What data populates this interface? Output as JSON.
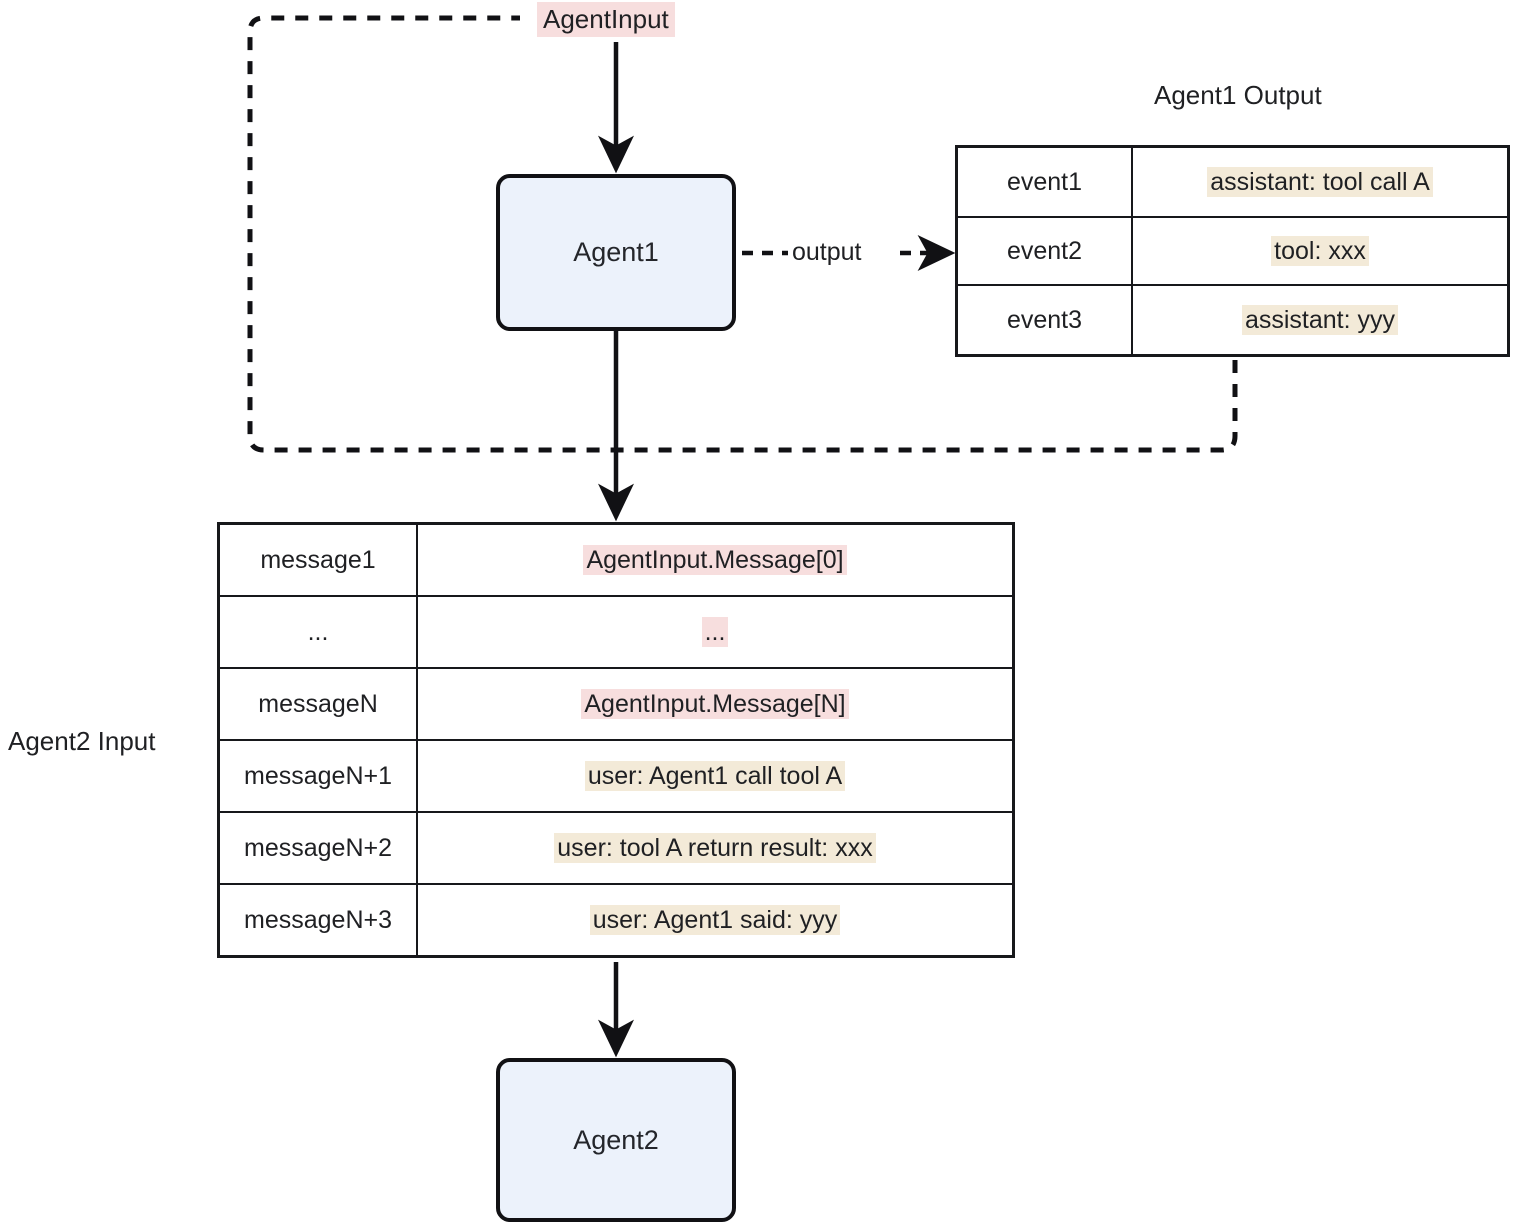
{
  "diagram": {
    "title_hidden": "",
    "agent_input_label": "AgentInput",
    "output_edge_label": "output",
    "agent1_label": "Agent1",
    "agent2_label": "Agent2",
    "agent1_output_title": "Agent1 Output",
    "agent2_input_title": "Agent2 Input"
  },
  "agent1_output_table": {
    "rows": [
      {
        "key": "event1",
        "value": "assistant: tool call A",
        "highlight": "beige"
      },
      {
        "key": "event2",
        "value": "tool: xxx",
        "highlight": "beige"
      },
      {
        "key": "event3",
        "value": "assistant: yyy",
        "highlight": "beige"
      }
    ]
  },
  "agent2_input_table": {
    "rows": [
      {
        "key": "message1",
        "value": "AgentInput.Message[0]",
        "highlight": "pink"
      },
      {
        "key": "...",
        "value": "...",
        "highlight": "pink"
      },
      {
        "key": "messageN",
        "value": "AgentInput.Message[N]",
        "highlight": "pink"
      },
      {
        "key": "messageN+1",
        "value": "user: Agent1 call tool A",
        "highlight": "beige"
      },
      {
        "key": "messageN+2",
        "value": "user: tool A return result: xxx",
        "highlight": "beige"
      },
      {
        "key": "messageN+3",
        "value": "user: Agent1 said: yyy",
        "highlight": "beige"
      }
    ]
  },
  "colors": {
    "node_fill": "#ECF2FB",
    "node_stroke": "#111114",
    "pink_highlight": "#F7DEDE",
    "beige_highlight": "#F3EAD8",
    "line": "#111114",
    "text": "#1f2023"
  }
}
